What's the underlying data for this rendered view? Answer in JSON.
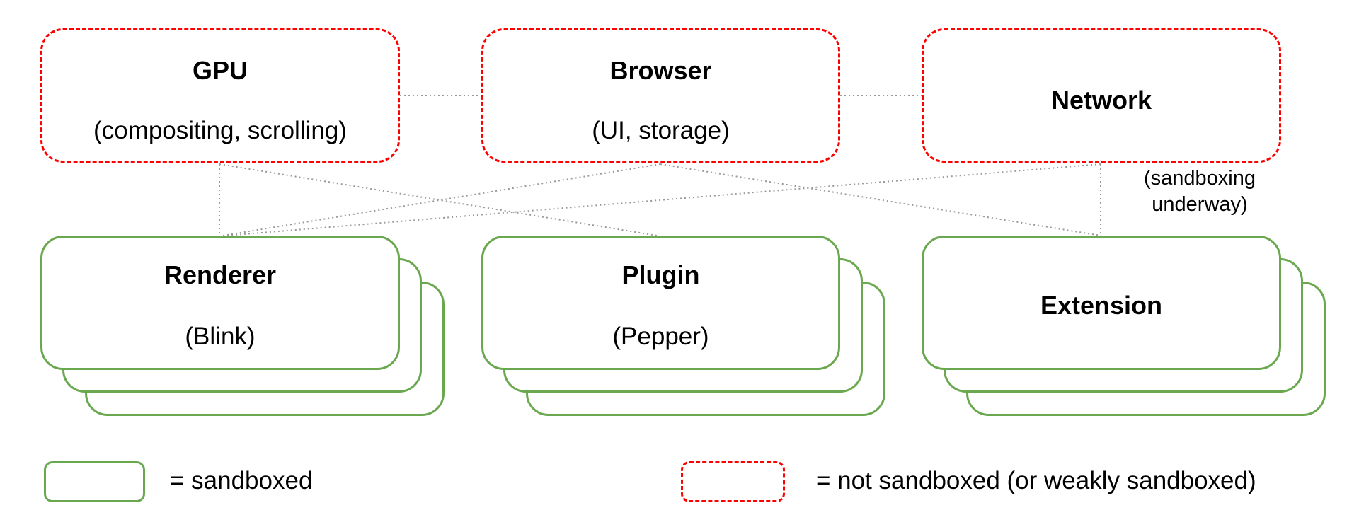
{
  "nodes": {
    "gpu": {
      "title": "GPU",
      "subtitle": "(compositing, scrolling)"
    },
    "browser": {
      "title": "Browser",
      "subtitle": "(UI, storage)"
    },
    "network": {
      "title": "Network",
      "note_line1": "(sandboxing",
      "note_line2": "underway)"
    },
    "renderer": {
      "title": "Renderer",
      "subtitle": "(Blink)"
    },
    "plugin": {
      "title": "Plugin",
      "subtitle": "(Pepper)"
    },
    "extension": {
      "title": "Extension"
    }
  },
  "legend": {
    "sandboxed": "= sandboxed",
    "not_sandboxed": "= not sandboxed (or weakly sandboxed)"
  },
  "colors": {
    "sandboxed": "#6aa84f",
    "not_sandboxed": "#ff0000",
    "connector": "#999999"
  }
}
